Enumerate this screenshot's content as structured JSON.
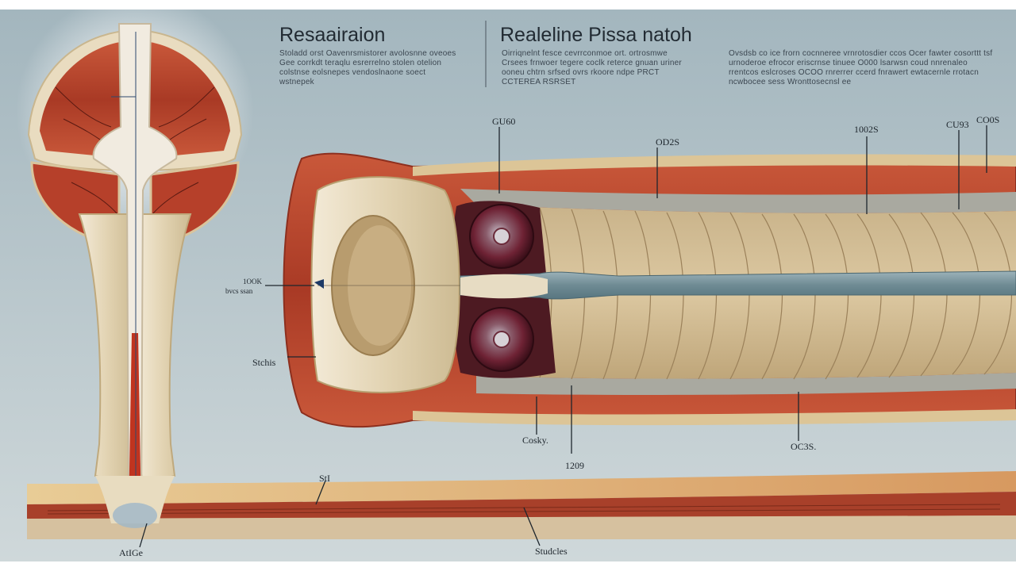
{
  "headings": {
    "left": "Resaairaion",
    "center": "Realeline Pissa natoh"
  },
  "paragraphs": {
    "left": "Stoladd orst Oavenrsmistorer avolosnne oveoes Gee corrkdt teraqlu esrerrelno stolen otelion colstnse eolsnepes vendoslnaone soect wstnepek",
    "center": "Oirriqnelnt fesce cevrrconmoe ort. ortrosmwe Crsees frnwoer tegere coclk reterce gnuan uriner ooneu chtrn srfsed ovrs rkoore ndpe PRCT CCTEREA RSRSET",
    "right": "Ovsdsb co ice frorn cocnneree vrnrotosdier ccos Ocer fawter cosorttt tsf urnoderoe efrocor eriscrnse tinuee O000 lsarwsn coud nnrenaleo rrentcos eslcroses OCOO rnrerrer ccerd fnrawert ewtacernle rrotacn ncwbocee sess Wronttosecnsl ee"
  },
  "callouts": {
    "top_1": "GU60",
    "top_2": "OD2S",
    "top_3": "1002S",
    "top_4": "CU93",
    "top_5": "CO0S",
    "left_1": "1OOK",
    "left_1_sub": "bvcs ssan",
    "left_2": "Stchis",
    "bottom_1": "Cosky.",
    "bottom_2": "1209",
    "bottom_3": "OC3S.",
    "base_1": "StI",
    "base_2": "AtIGe",
    "base_3": "Studcles"
  },
  "colors": {
    "background_top": "#a3b6be",
    "background_bottom": "#cdd6d9",
    "muscle": "#b2432c",
    "bone": "#e8dcc0",
    "fiber": "#d6c198",
    "tendon": "#7e9aa3"
  }
}
